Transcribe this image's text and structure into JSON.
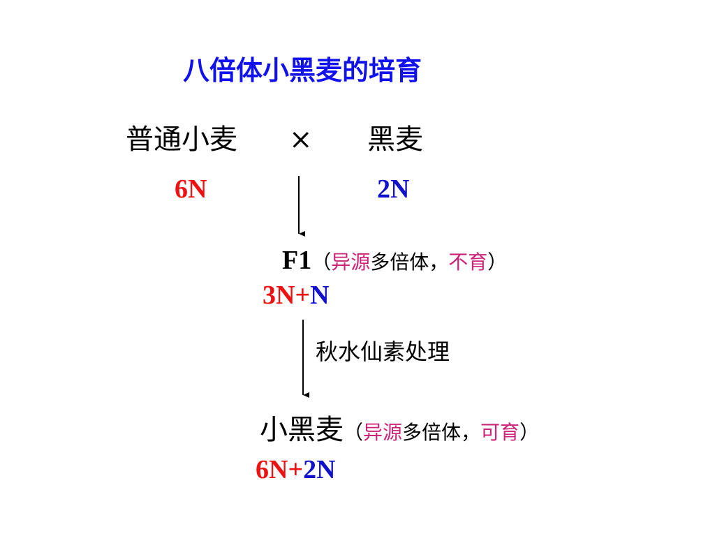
{
  "title": "八倍体小黑麦的培育",
  "cross": {
    "parent1": "普通小麦",
    "symbol": "×",
    "parent2": "黑麦",
    "parent1_ploidy": "6N",
    "parent2_ploidy": "2N"
  },
  "f1": {
    "label": "F1",
    "open_paren": "（",
    "type_highlight": "异源",
    "type_rest": "多倍体，",
    "fertility": "不育",
    "close_paren": "）",
    "genome_part1": "3N+",
    "genome_part2": "N"
  },
  "treatment": "秋水仙素处理",
  "result": {
    "name": "小黑麦",
    "open_paren": "（",
    "type_highlight": "异源",
    "type_rest": "多倍体，",
    "fertility": "可育",
    "close_paren": "）",
    "genome_part1": "6N+",
    "genome_part2": "2N"
  },
  "colors": {
    "title": "#1111ee",
    "red": "#ee1111",
    "blue": "#1111cc",
    "magenta": "#cc2277"
  }
}
